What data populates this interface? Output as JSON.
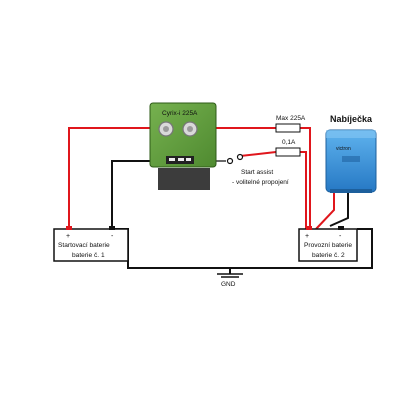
{
  "relay": {
    "label": "Cyrix-i 225A"
  },
  "fuse_main": {
    "label": "Max 225A"
  },
  "fuse_small": {
    "label": "0,1A"
  },
  "charger": {
    "title": "Nabíječka",
    "brand": "victron"
  },
  "start_assist": {
    "line1": "Start assist",
    "line2": "- volitelné propojení"
  },
  "battery1": {
    "plus": "+",
    "minus": "-",
    "line1": "Startovací baterie",
    "line2": "baterie č. 1"
  },
  "battery2": {
    "plus": "+",
    "minus": "-",
    "line1": "Provozní baterie",
    "line2": "baterie č. 2"
  },
  "ground": {
    "label": "GND"
  },
  "colors": {
    "positive_wire": "#e0161c",
    "negative_wire": "#111111",
    "relay_green": "#5d9a3b",
    "charger_blue": "#3a8fd6"
  }
}
